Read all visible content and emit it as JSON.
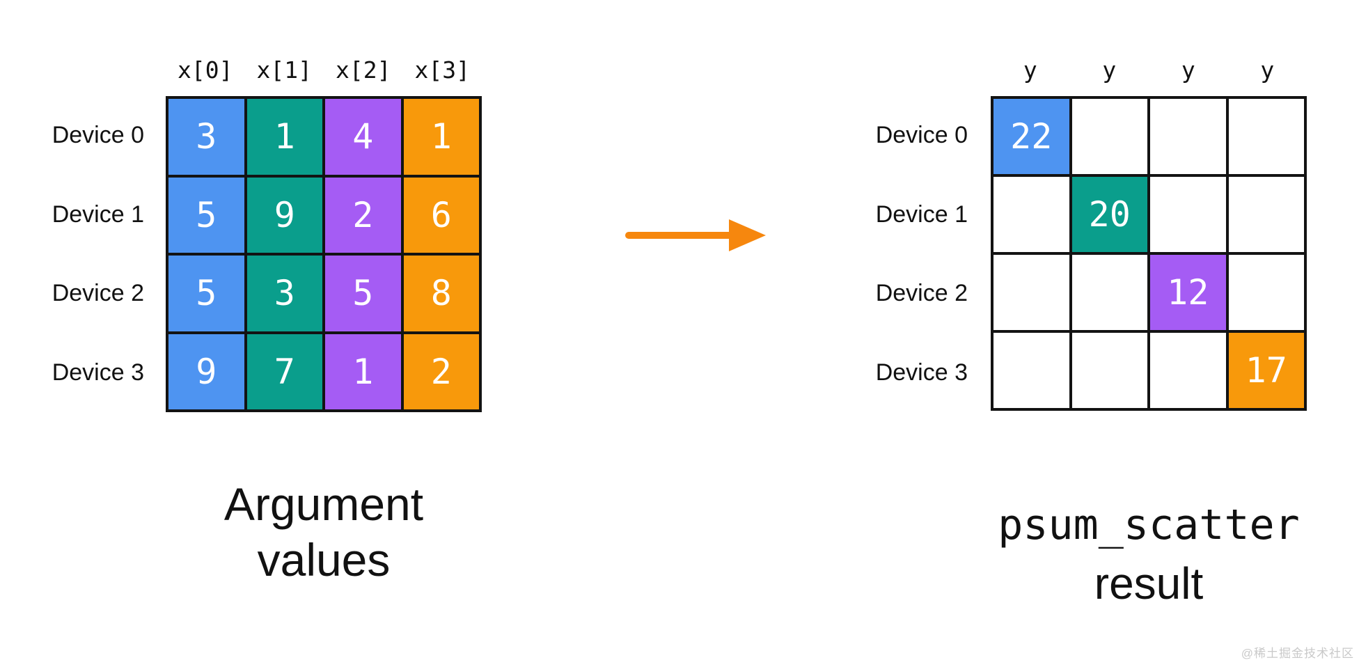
{
  "figure": {
    "left_panel": {
      "column_headers": [
        "x[0]",
        "x[1]",
        "x[2]",
        "x[3]"
      ],
      "row_labels": [
        "Device 0",
        "Device 1",
        "Device 2",
        "Device 3"
      ],
      "rows": [
        [
          3,
          1,
          4,
          1
        ],
        [
          5,
          9,
          2,
          6
        ],
        [
          5,
          3,
          5,
          8
        ],
        [
          9,
          7,
          1,
          2
        ]
      ],
      "column_colors": [
        "#4E94F1",
        "#0A9E8C",
        "#A55CF4",
        "#F8990B"
      ],
      "caption_line1": "Argument",
      "caption_line2": "values"
    },
    "right_panel": {
      "column_headers": [
        "y",
        "y",
        "y",
        "y"
      ],
      "row_labels": [
        "Device 0",
        "Device 1",
        "Device 2",
        "Device 3"
      ],
      "diagonal_values": [
        22,
        20,
        12,
        17
      ],
      "diagonal_colors": [
        "#4E94F1",
        "#0A9E8C",
        "#A55CF4",
        "#F8990B"
      ],
      "empty_cell_color": "#FFFFFF",
      "caption_line1": "psum_scatter",
      "caption_line2": "result"
    },
    "arrow": {
      "color": "#F6870E",
      "direction": "right"
    },
    "watermark": "@稀土掘金技术社区",
    "cell_text_color": "#FFFFFF",
    "grid_line_color": "#131313"
  }
}
